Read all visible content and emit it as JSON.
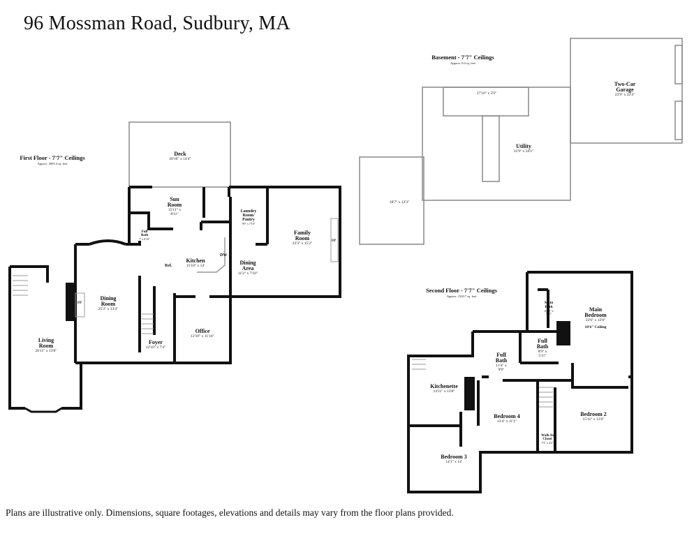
{
  "title": "96 Mossman Road, Sudbury, MA",
  "disclaimer": "Plans are illustrative only. Dimensions, square footages, elevations and details may vary from the floor plans provided.",
  "floors": {
    "first": {
      "title": "First Floor - 7'7\" Ceilings",
      "approx": "Approx. 2005.4 sq. feet",
      "rooms": [
        {
          "name": "Deck",
          "dims": "20'10\" x 14'4\""
        },
        {
          "name": "Sun Room",
          "dims": "15'11\" x 8'11\""
        },
        {
          "name": "Full Bath",
          "dims": "7' x 6'10\""
        },
        {
          "name": "Kitchen",
          "dims": "15'10\" x 14'"
        },
        {
          "name": "Laundry Room/ Pantry",
          "dims": "9'0\" x 7'10\""
        },
        {
          "name": "Dining Area",
          "dims": "11'2\" x 7'10\""
        },
        {
          "name": "Family Room",
          "dims": "23'3\" x 15'2\""
        },
        {
          "name": "Dining Room",
          "dims": "25'3\" x 13'4\""
        },
        {
          "name": "Living Room",
          "dims": "26'11\" x 13'8\""
        },
        {
          "name": "Foyer",
          "dims": "12'10\" x 7'4\""
        },
        {
          "name": "Office",
          "dims": "12'10\" x 11'10\""
        }
      ],
      "markers": {
        "ref": "Ref.",
        "dw": "DW",
        "fp": "FP"
      }
    },
    "basement": {
      "title": "Basement - 7'7\" Ceilings",
      "approx": "Approx. 0.0 sq. feet",
      "rooms": [
        {
          "name": "Two-Car Garage",
          "dims": "23'9\" x 22'4\""
        },
        {
          "name": "Utility",
          "dims": "31'9\" x 24'1\""
        },
        {
          "name": "",
          "dims": "17'10\" x 5'9\""
        },
        {
          "name": "",
          "dims": "18'7\" x 13'3\""
        }
      ]
    },
    "second": {
      "title": "Second Floor - 7'7\" Ceilings",
      "approx": "Approx. 1520.7 sq. feet",
      "rooms": [
        {
          "name": "Main Bath",
          "dims": "10'10\" x 7'10\""
        },
        {
          "name": "Main Bedroom",
          "dims": "22'6\" x 12'8\"",
          "note": "10'6\" Ceiling"
        },
        {
          "name": "Full Bath",
          "dims": "8'9\" x 5'11\""
        },
        {
          "name": "Full Bath",
          "dims": "11'4\" x 9'9\""
        },
        {
          "name": "Kitchenette",
          "dims": "14'11\" x 13'8\""
        },
        {
          "name": "Bedroom 4",
          "dims": "13'4\" x 11'1\""
        },
        {
          "name": "Bedroom 2",
          "dims": "15'11\" x 13'6\""
        },
        {
          "name": "Walk-In Closet",
          "dims": "7'2\" x 4'2\""
        },
        {
          "name": "Bedroom 3",
          "dims": "14'1\" x 14'"
        }
      ]
    }
  }
}
